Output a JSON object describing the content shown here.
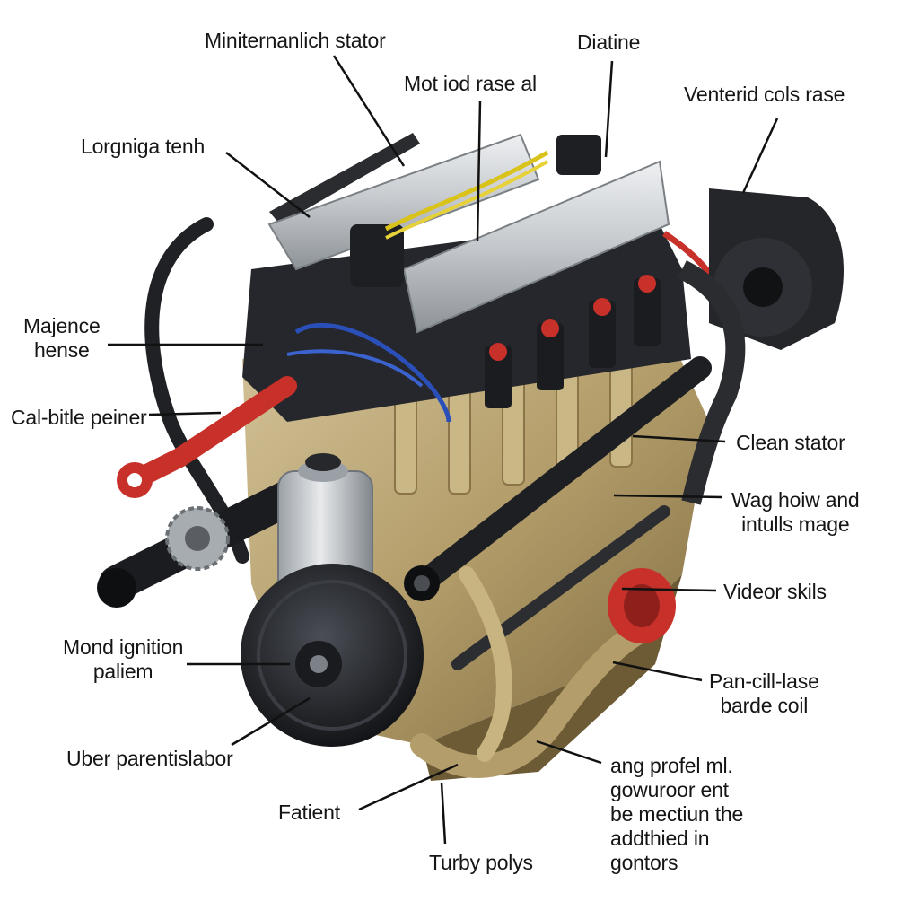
{
  "labels": {
    "miniternanlich_stator": "Miniternanlich stator",
    "diatine": "Diatine",
    "mot_iod_rase_al": "Mot iod rase al",
    "venterid_cols_rase": "Venterid cols rase",
    "lorgniga_tenh": "Lorgniga tenh",
    "majence_hense": [
      "Majence",
      "hense"
    ],
    "cal_bitle_peiner": "Cal-bitle peiner",
    "clean_stator": "Clean stator",
    "wag_hoiw": [
      "Wag hoiw and",
      "intulls mage"
    ],
    "videor_skils": "Videor skils",
    "mond_ignition": [
      "Mond ignition",
      "paliem"
    ],
    "pan_cill_lase": [
      "Pan-cill-lase",
      "barde coil"
    ],
    "uber_parentislabor": "Uber parentislabor",
    "fatient": "Fatient",
    "turby_polys": "Turby polys",
    "ang_profel": [
      "ang profel ml.",
      "gowuroor ent",
      "be mectiun the",
      "addthied in",
      "gontors"
    ]
  },
  "colors": {
    "brass": "#b8a270",
    "brass_dark": "#8a7448",
    "cover": "#c9ccd0",
    "black": "#1e2024",
    "red": "#c8302a",
    "blue": "#2a4fb8",
    "yellow": "#d9c21a",
    "leader": "#111111"
  }
}
